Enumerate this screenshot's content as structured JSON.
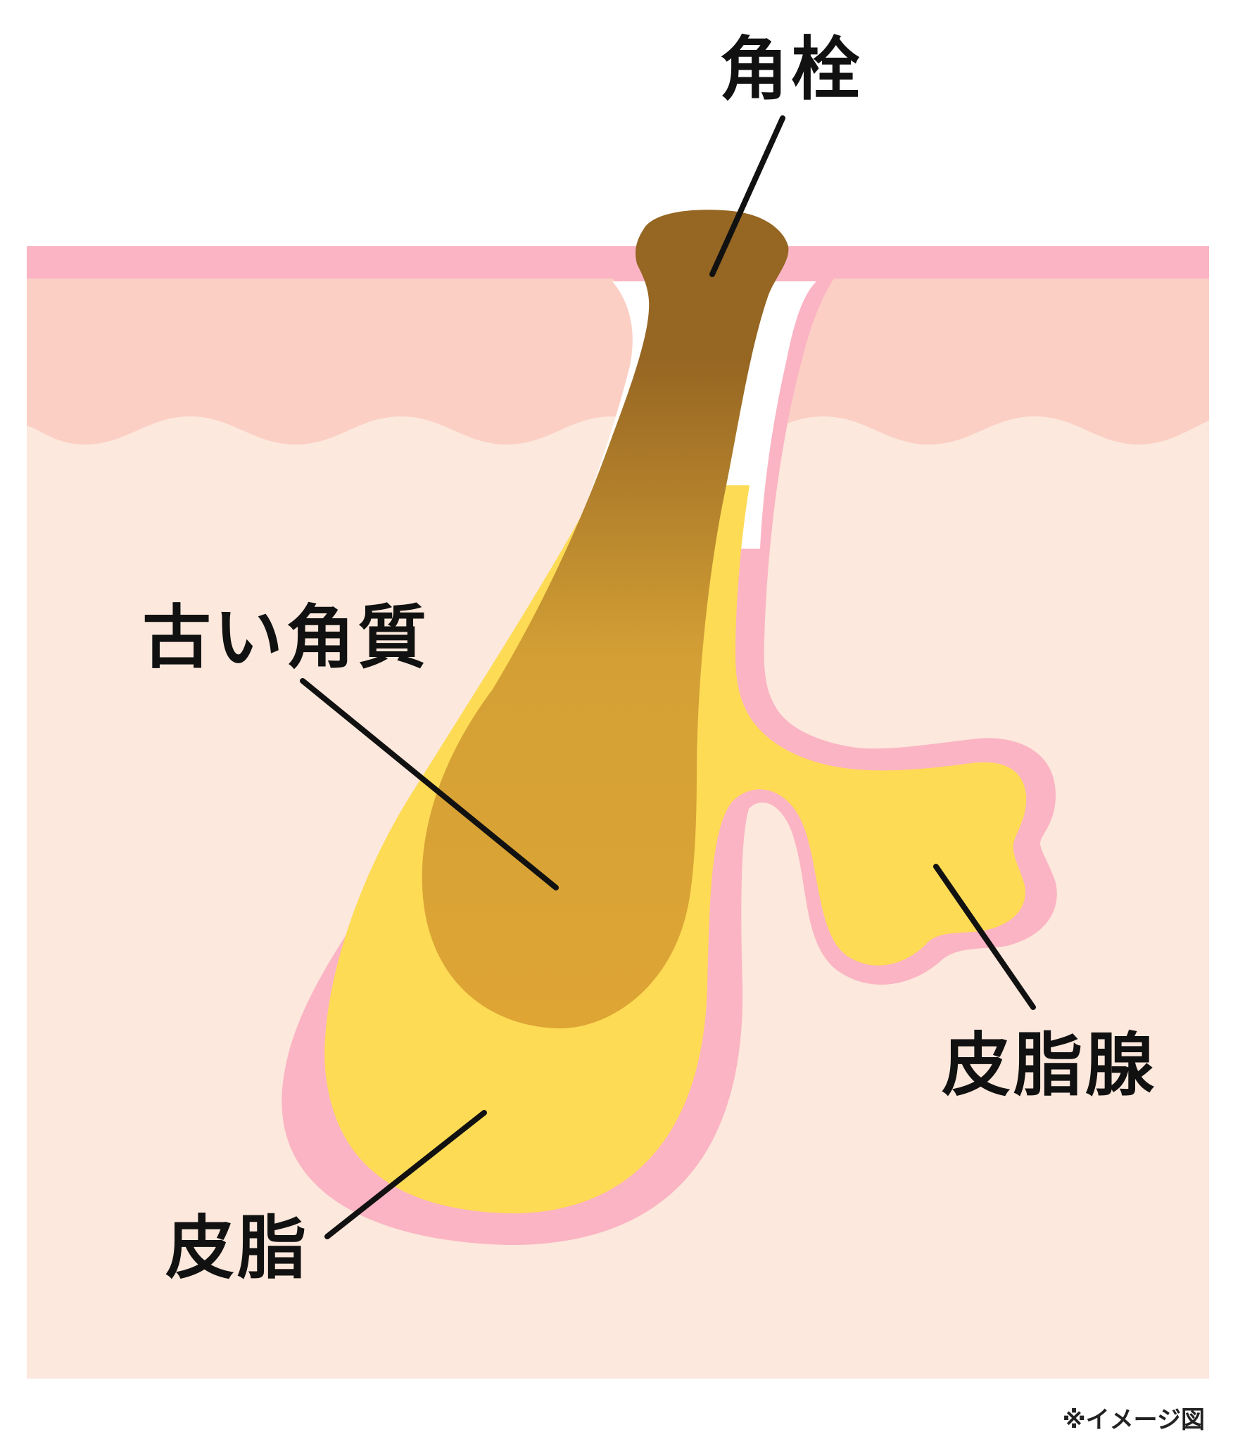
{
  "labels": {
    "plug": "角栓",
    "old_keratin": "古い角質",
    "sebaceous_gland": "皮脂腺",
    "sebum": "皮脂"
  },
  "note": "※イメージ図",
  "colors": {
    "background": "#ffffff",
    "epidermis": "#fccfc4",
    "skin_surface": "#fbb4c3",
    "dermis": "#fce8dc",
    "follicle_lining": "#fbb4c3",
    "sebum": "#fddb55",
    "old_keratin": "#dea535",
    "plug_top": "#966623",
    "leader_line": "#111111"
  }
}
